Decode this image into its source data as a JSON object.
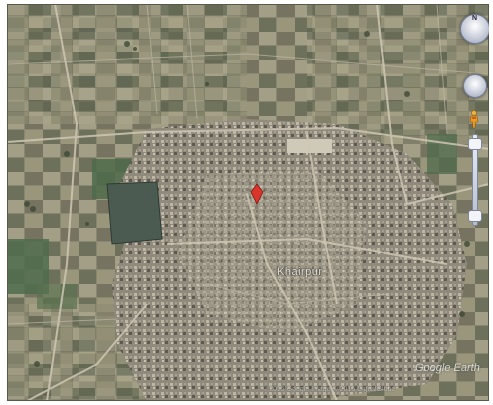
{
  "map": {
    "view": "satellite",
    "town_label": "Khairpur",
    "watermark": "Google Earth",
    "attribution": "© 2015 Google  Image © 2015 DigitalGlobe",
    "marker_color": "#d9352a",
    "colors": {
      "field_light": "#a7a48a",
      "field_dark": "#6f6f57",
      "field_green": "#4d6a4a",
      "settlement": "#9c9688",
      "road": "#cfc7b4",
      "pond": "#4b5b52"
    }
  },
  "controls": {
    "compass_label": "N",
    "icons": [
      "compass-icon",
      "look-around-icon",
      "street-view-pegman-icon",
      "zoom-in-icon",
      "zoom-out-icon"
    ]
  }
}
